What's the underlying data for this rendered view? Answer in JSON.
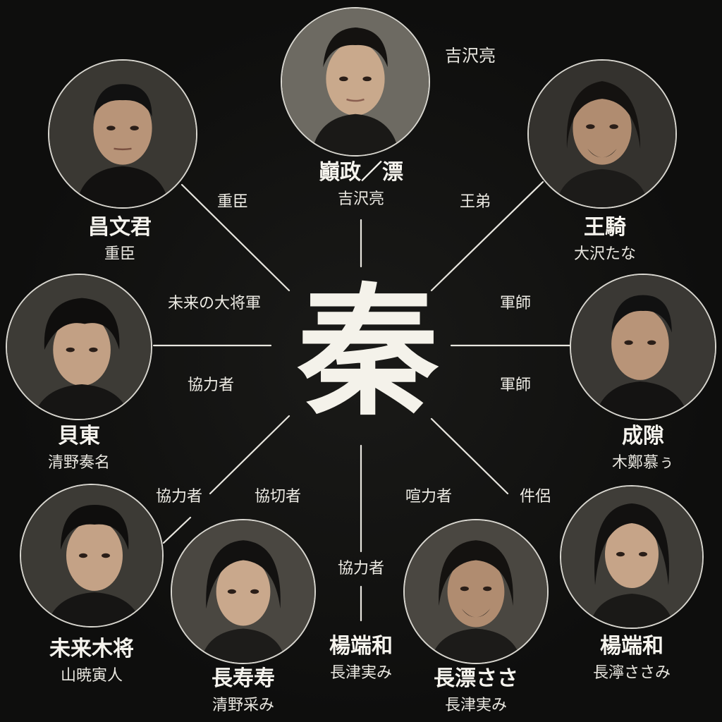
{
  "center": {
    "glyph": "秦"
  },
  "characters": [
    {
      "id": "top",
      "name": "巓政／漂",
      "actor": "吉沢亮"
    },
    {
      "id": "upper-left",
      "name": "昌文君",
      "actor": "重臣"
    },
    {
      "id": "upper-right",
      "name": "王騎",
      "actor": "大沢たな"
    },
    {
      "id": "mid-left",
      "name": "貝東",
      "actor": "清野奏名"
    },
    {
      "id": "mid-right",
      "name": "成隙",
      "actor": "木鄭慕ぅ"
    },
    {
      "id": "low-left",
      "name": "未来木将",
      "actor": "山暁寅人"
    },
    {
      "id": "low-mid-left",
      "name": "長寿寿",
      "actor": "清野采み"
    },
    {
      "id": "bottom-center",
      "name": "楊端和",
      "actor": "長津実み"
    },
    {
      "id": "low-mid-right",
      "name": "長漂ささ",
      "actor": "長津実み"
    },
    {
      "id": "low-right",
      "name": "楊端和",
      "actor": "長濘ささみ"
    }
  ],
  "top_actor_label": "吉沢亮",
  "relations": {
    "upper_left": "重臣",
    "upper_right": "王弟",
    "left_upper": "未来の大将軍",
    "left_lower": "協力者",
    "right_upper": "軍師",
    "right_lower": "軍師",
    "low_left_a": "協力者",
    "low_left_b": "協切者",
    "bottom": "協力者",
    "low_right_a": "喧力者",
    "low_right_b": "件侶"
  },
  "colors": {
    "background": "#0e0e0d",
    "line": "#e8e6df",
    "text": "#f3f1ea"
  }
}
